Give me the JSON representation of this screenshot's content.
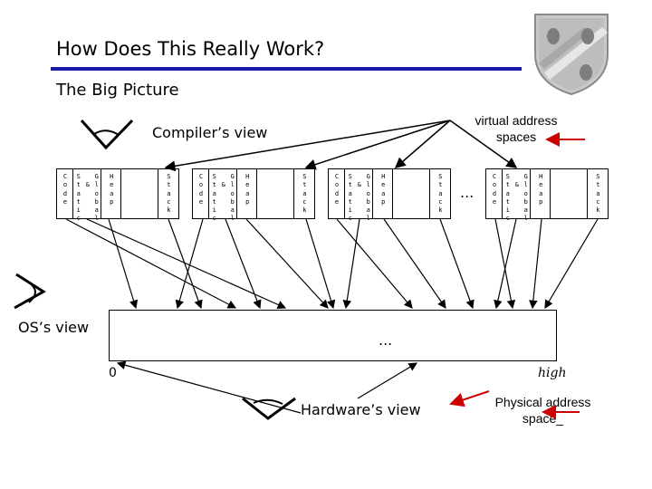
{
  "title": "How Does This Really Work?",
  "subtitle": "The Big Picture",
  "labels": {
    "compiler_view": "Compiler’s view",
    "os_view": "OS’s view",
    "hardware_view": "Hardware’s view",
    "virtual_address_spaces": "virtual address spaces",
    "physical_address_space": "Physical address space_",
    "low_address": "0",
    "high_address": "high",
    "ellipsis_top": "...",
    "ellipsis_bottom": "..."
  },
  "address_space": {
    "code": "Code",
    "static": "Static",
    "global": "Global",
    "heap": "Heap",
    "stack": "Stack"
  },
  "icons": [
    "eye-icon",
    "crest-seal-icon",
    "arrow-icon"
  ],
  "colors": {
    "accent_rule": "#1a1aa6",
    "arrow_red": "#cc0000"
  }
}
